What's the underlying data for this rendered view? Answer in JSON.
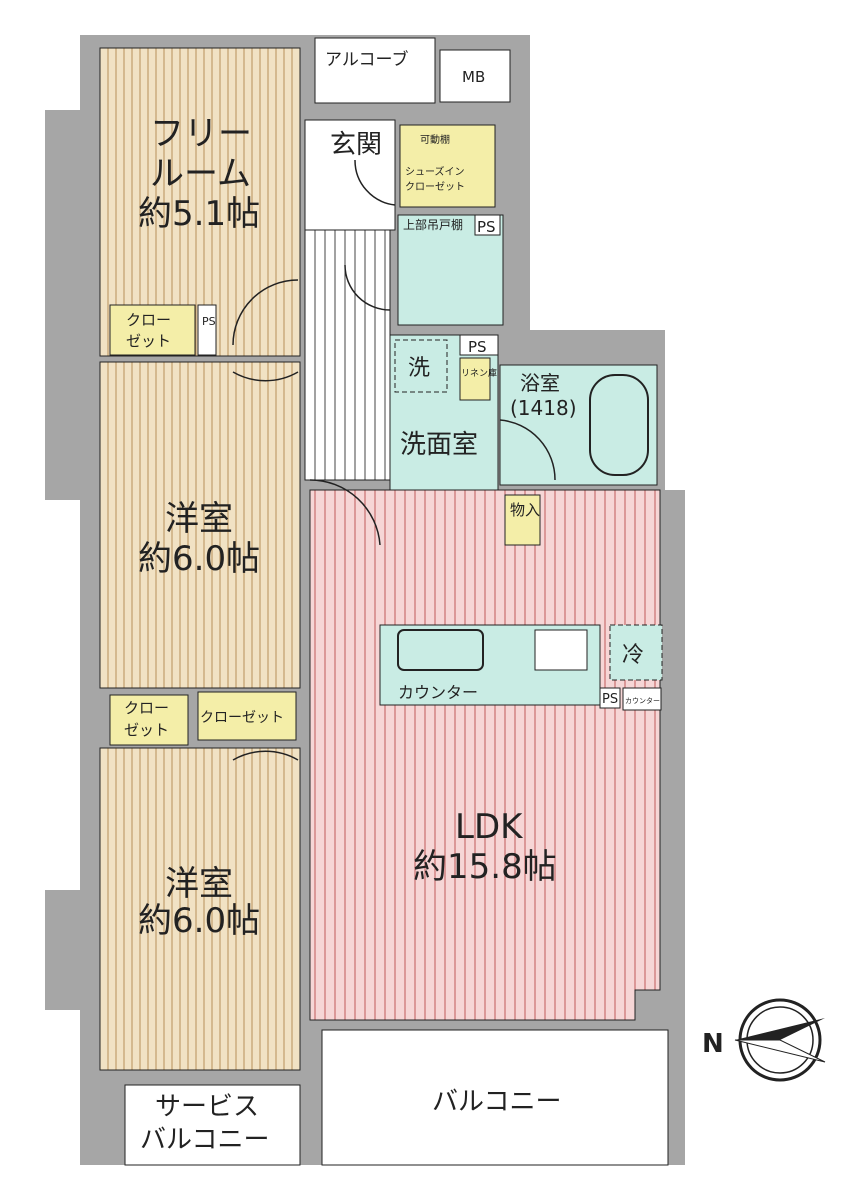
{
  "colors": {
    "wall": "#a6a6a6",
    "wood": "#f1e2c4",
    "ldk": "#f6d6d6",
    "wet": "#c9ece4",
    "closet": "#f4eea8"
  },
  "rooms": {
    "free_room": {
      "name1": "フリー",
      "name2": "ルーム",
      "size": "約5.1帖"
    },
    "western1": {
      "name": "洋室",
      "size": "約6.0帖"
    },
    "western2": {
      "name": "洋室",
      "size": "約6.0帖"
    },
    "ldk": {
      "name": "LDK",
      "size": "約15.8帖"
    },
    "entrance": "玄関",
    "alcove": "アルコーブ",
    "mb": "MB",
    "washroom": "洗面室",
    "bath": {
      "name": "浴室",
      "size": "(1418)"
    },
    "storage": "物入",
    "fridge": "冷",
    "washer": "洗",
    "linen": "リネン庫",
    "balcony": "バルコニー",
    "service_balcony": {
      "line1": "サービス",
      "line2": "バルコニー"
    }
  },
  "closets": {
    "closet_label1": "クロー",
    "closet_label2": "ゼット",
    "closet_wide": "クローゼット",
    "shoes1": "シューズイン",
    "shoes2": "クローゼット",
    "shelf": "可動棚",
    "upper_cabinet": "上部吊戸棚",
    "ps": "PS",
    "counter": "カウンター"
  },
  "compass": {
    "north_label": "N"
  }
}
